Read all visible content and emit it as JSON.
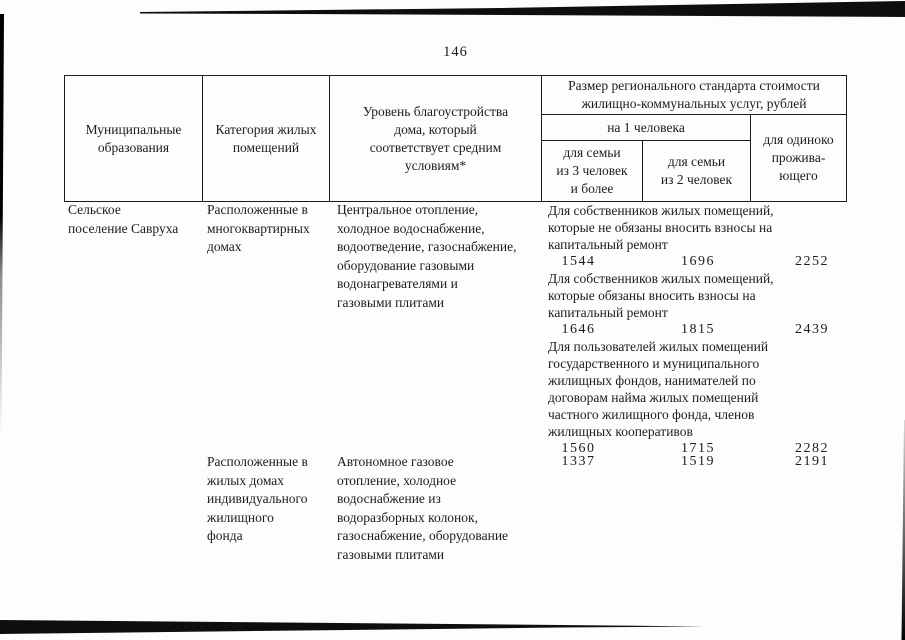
{
  "page": {
    "number": "146"
  },
  "table": {
    "header": {
      "municipalities": "Муниципальные\nобразования",
      "category": "Категория жилых\nпомещений",
      "amenities": "Уровень благоустройства\nдома, который\nсоответствует средним\nусловиям*",
      "standard_title": "Размер регионального стандарта стоимости\nжилищно-коммунальных услуг, рублей",
      "per_person": "на 1 человека",
      "family_3": "для семьи\nиз 3 человек\nи более",
      "family_2": "для семьи\nиз 2 человек",
      "single": "для одиноко\nпрожива-\nющего"
    },
    "rows": [
      {
        "municipality": "Сельское\nпоселение Савруха",
        "category": "Расположенные в\nмногоквартирных\nдомах",
        "amenities": "Центральное отопление,\nхолодное водоснабжение,\nводоотведение, газоснабжение,\nоборудование газовыми\nводонагревателями и\nгазовыми плитами",
        "groups": [
          {
            "label": "Для собственников жилых помещений,\nкоторые не обязаны вносить взносы на\nкапитальный ремонт",
            "family_3": "1544",
            "family_2": "1696",
            "single": "2252"
          },
          {
            "label": "Для собственников жилых помещений,\nкоторые обязаны вносить взносы на\nкапитальный ремонт",
            "family_3": "1646",
            "family_2": "1815",
            "single": "2439"
          },
          {
            "label": "Для пользователей жилых помещений\nгосударственного и муниципального\nжилищных фондов, нанимателей по\nдоговорам найма жилых помещений\nчастного жилищного фонда, членов\nжилищных кооперативов",
            "family_3": "1560",
            "family_2": "1715",
            "single": "2282"
          }
        ]
      },
      {
        "category": "Расположенные в\nжилых домах\nиндивидуального\nжилищного\nфонда",
        "amenities": "Автономное газовое\nотопление, холодное\nводоснабжение из\nводоразборных колонок,\nгазоснабжение, оборудование\nгазовыми плитами",
        "groups": [
          {
            "family_3": "1337",
            "family_2": "1519",
            "single": "2191"
          }
        ]
      }
    ]
  },
  "colors": {
    "ink": "#1c1c1c",
    "paper": "#fdfdfc"
  }
}
